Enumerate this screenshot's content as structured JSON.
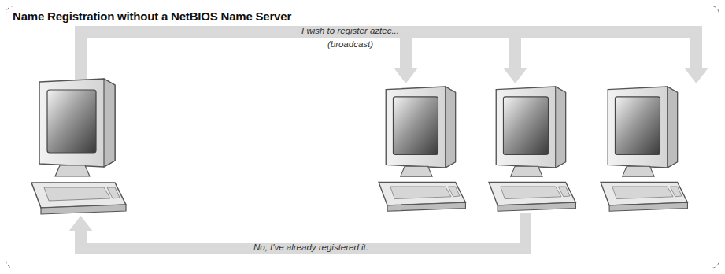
{
  "diagram": {
    "title": "Name Registration without a NetBIOS Name Server",
    "labels": [
      "I wish to register aztec...",
      "(broadcast)",
      "No, I've already registered it."
    ]
  }
}
